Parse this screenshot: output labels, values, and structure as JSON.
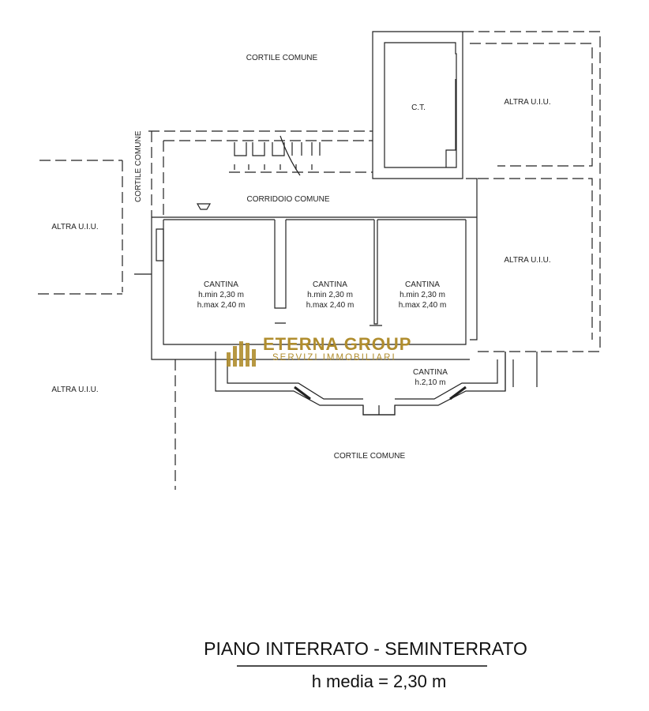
{
  "plan": {
    "labels": {
      "cortile_top": "CORTILE COMUNE",
      "cortile_left": "CORTILE COMUNE",
      "cortile_bottom": "CORTILE COMUNE",
      "ct": "C.T.",
      "altra_top_right": "ALTRA U.I.U.",
      "altra_mid_right": "ALTRA U.I.U.",
      "altra_left": "ALTRA U.I.U.",
      "altra_bottom_left": "ALTRA U.I.U.",
      "corridoio": "CORRIDOIO COMUNE"
    },
    "rooms": [
      {
        "name": "CANTINA",
        "hmin": "h.min 2,30 m",
        "hmax": "h.max 2,40 m"
      },
      {
        "name": "CANTINA",
        "hmin": "h.min 2,30 m",
        "hmax": "h.max 2,40 m"
      },
      {
        "name": "CANTINA",
        "hmin": "h.min 2,30 m",
        "hmax": "h.max 2,40 m"
      }
    ],
    "bottom_room": {
      "name": "CANTINA",
      "h": "h.2,10 m"
    }
  },
  "caption": {
    "title": "PIANO INTERRATO - SEMINTERRATO",
    "subtitle": "h media = 2,30 m"
  },
  "watermark": {
    "brand": "ETERNA GROUP",
    "tagline": "SERVIZI IMMOBILIARI",
    "color": "#b08d2e"
  }
}
